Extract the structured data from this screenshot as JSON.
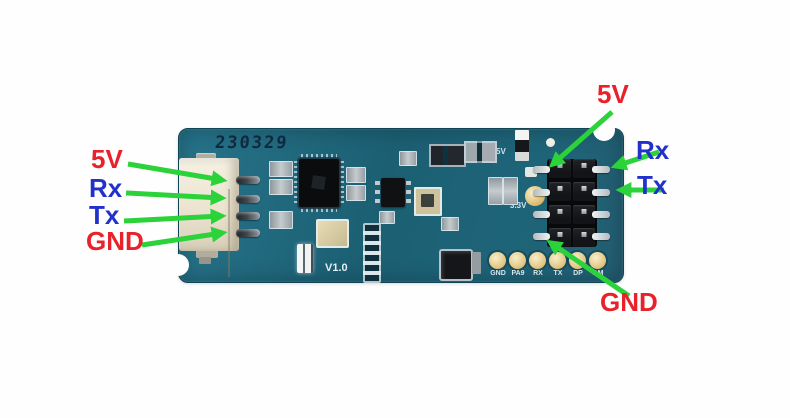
{
  "annotations": {
    "arrow_color": "#2bd23a",
    "left": [
      {
        "label": "5V",
        "color": "#e8212b"
      },
      {
        "label": "Rx",
        "color": "#2231cc"
      },
      {
        "label": "Tx",
        "color": "#2231cc"
      },
      {
        "label": "GND",
        "color": "#e8212b"
      }
    ],
    "right": [
      {
        "label": "5V",
        "color": "#e8212b"
      },
      {
        "label": "Rx",
        "color": "#2231cc"
      },
      {
        "label": "Tx",
        "color": "#2231cc"
      },
      {
        "label": "GND",
        "color": "#e8212b"
      }
    ]
  },
  "board": {
    "silkscreen": {
      "date_code": "230329",
      "version": "V1.0",
      "power_5v": "5V",
      "power_3v3": "3.3V"
    },
    "pad_labels": [
      "GND",
      "PA9",
      "RX",
      "TX",
      "DP",
      "DM"
    ],
    "colors": {
      "pcb": "#1e6478",
      "silkscreen": "#d8e9ef",
      "gold_pad": "#e6cd90"
    }
  }
}
